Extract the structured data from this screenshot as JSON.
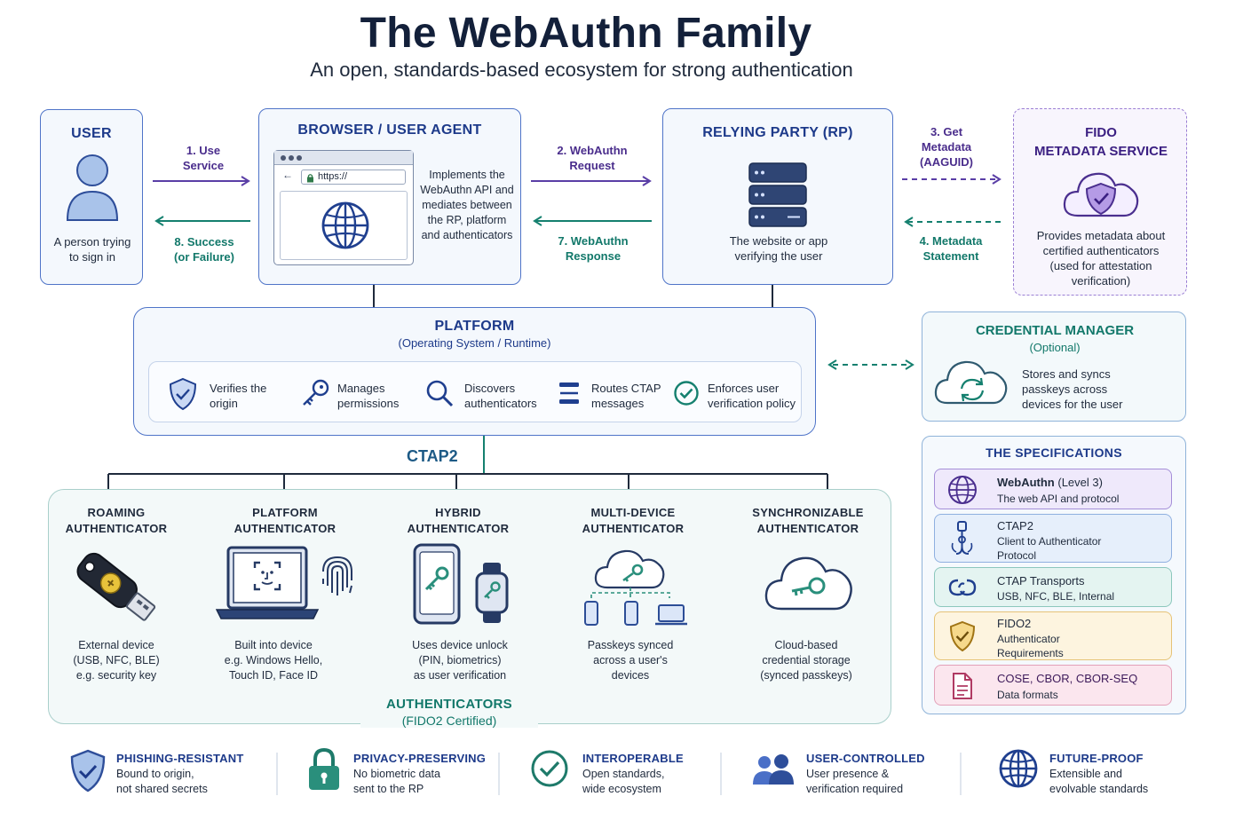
{
  "header": {
    "title": "The WebAuthn Family",
    "subtitle": "An open, standards-based ecosystem for strong authentication"
  },
  "user": {
    "title": "USER",
    "desc_l1": "A person trying",
    "desc_l2": "to sign in"
  },
  "browser": {
    "title": "BROWSER / USER AGENT",
    "url": "https://",
    "desc": [
      "Implements the",
      "WebAuthn API and",
      "mediates between",
      "the RP, platform",
      "and authenticators"
    ]
  },
  "rp": {
    "title": "RELYING PARTY (RP)",
    "desc_l1": "The website or app",
    "desc_l2": "verifying the user"
  },
  "fido": {
    "title_l1": "FIDO",
    "title_l2": "METADATA SERVICE",
    "desc": [
      "Provides metadata about",
      "certified authenticators",
      "(used for attestation",
      "verification)"
    ]
  },
  "flows": {
    "use_service": [
      "1. Use",
      "Service"
    ],
    "success": [
      "8. Success",
      "(or Failure)"
    ],
    "request": [
      "2. WebAuthn",
      "Request"
    ],
    "response": [
      "7. WebAuthn",
      "Response"
    ],
    "get_metadata": [
      "3. Get",
      "Metadata",
      "(AAGUID)"
    ],
    "metadata_statement": [
      "4. Metadata",
      "Statement"
    ]
  },
  "platform": {
    "title": "PLATFORM",
    "subtitle": "(Operating System / Runtime)",
    "items": [
      {
        "l1": "Verifies the",
        "l2": "origin"
      },
      {
        "l1": "Manages",
        "l2": "permissions"
      },
      {
        "l1": "Discovers",
        "l2": "authenticators"
      },
      {
        "l1": "Routes CTAP",
        "l2": "messages"
      },
      {
        "l1": "Enforces user",
        "l2": "verification policy"
      }
    ]
  },
  "credential_manager": {
    "title": "CREDENTIAL MANAGER",
    "subtitle": "(Optional)",
    "desc": [
      "Stores and syncs",
      "passkeys across",
      "devices for the user"
    ]
  },
  "ctap2_label": "CTAP2",
  "authenticators": {
    "footer_title": "AUTHENTICATORS",
    "footer_sub": "(FIDO2 Certified)",
    "items": [
      {
        "t1": "ROAMING",
        "t2": "AUTHENTICATOR",
        "d": [
          "External device",
          "(USB, NFC, BLE)",
          "e.g. security key"
        ]
      },
      {
        "t1": "PLATFORM",
        "t2": "AUTHENTICATOR",
        "d": [
          "Built into device",
          "e.g. Windows Hello,",
          "Touch ID, Face ID"
        ]
      },
      {
        "t1": "HYBRID",
        "t2": "AUTHENTICATOR",
        "d": [
          "Uses device unlock",
          "(PIN, biometrics)",
          "as user verification"
        ]
      },
      {
        "t1": "MULTI-DEVICE",
        "t2": "AUTHENTICATOR",
        "d": [
          "Passkeys synced",
          "across a user's",
          "devices"
        ]
      },
      {
        "t1": "SYNCHRONIZABLE",
        "t2": "AUTHENTICATOR",
        "d": [
          "Cloud-based",
          "credential storage",
          "(synced passkeys)"
        ]
      }
    ]
  },
  "specs": {
    "title": "THE SPECIFICATIONS",
    "items": [
      {
        "name": "WebAuthn",
        "extra": " (Level 3)",
        "d": [
          "The web API and protocol"
        ]
      },
      {
        "name": "CTAP2",
        "extra": "",
        "d": [
          "Client to Authenticator",
          "Protocol"
        ]
      },
      {
        "name": "CTAP Transports",
        "extra": "",
        "d": [
          "USB, NFC, BLE, Internal"
        ]
      },
      {
        "name": "FIDO2",
        "extra": "",
        "d": [
          "Authenticator",
          "Requirements"
        ]
      },
      {
        "name": "COSE, CBOR, CBOR-SEQ",
        "extra": "",
        "d": [
          "Data formats"
        ]
      }
    ]
  },
  "features": [
    {
      "title": "PHISHING-RESISTANT",
      "d": [
        "Bound to origin,",
        "not shared secrets"
      ]
    },
    {
      "title": "PRIVACY-PRESERVING",
      "d": [
        "No biometric data",
        "sent to the RP"
      ]
    },
    {
      "title": "INTEROPERABLE",
      "d": [
        "Open standards,",
        "wide ecosystem"
      ]
    },
    {
      "title": "USER-CONTROLLED",
      "d": [
        "User presence &",
        "verification required"
      ]
    },
    {
      "title": "FUTURE-PROOF",
      "d": [
        "Extensible and",
        "evolvable standards"
      ]
    }
  ],
  "colors": {
    "navy": "#1d3a8a",
    "blue_border": "#4f74c8",
    "purple": "#4a2d8c",
    "teal": "#12786a"
  }
}
